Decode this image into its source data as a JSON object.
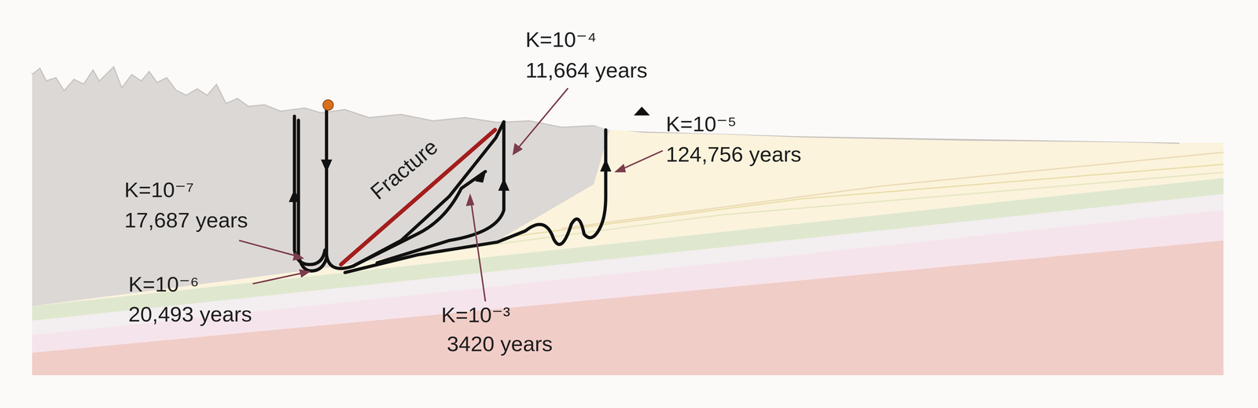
{
  "diagram": {
    "labels": [
      "K=10⁻⁴",
      "11,664 years",
      "K=10⁻⁵",
      "124,756 years",
      "K=10⁻⁷",
      "17,687 years",
      "K=10⁻⁶",
      "20,493 years",
      "K=10⁻³",
      "3420 years",
      "Fracture"
    ]
  }
}
